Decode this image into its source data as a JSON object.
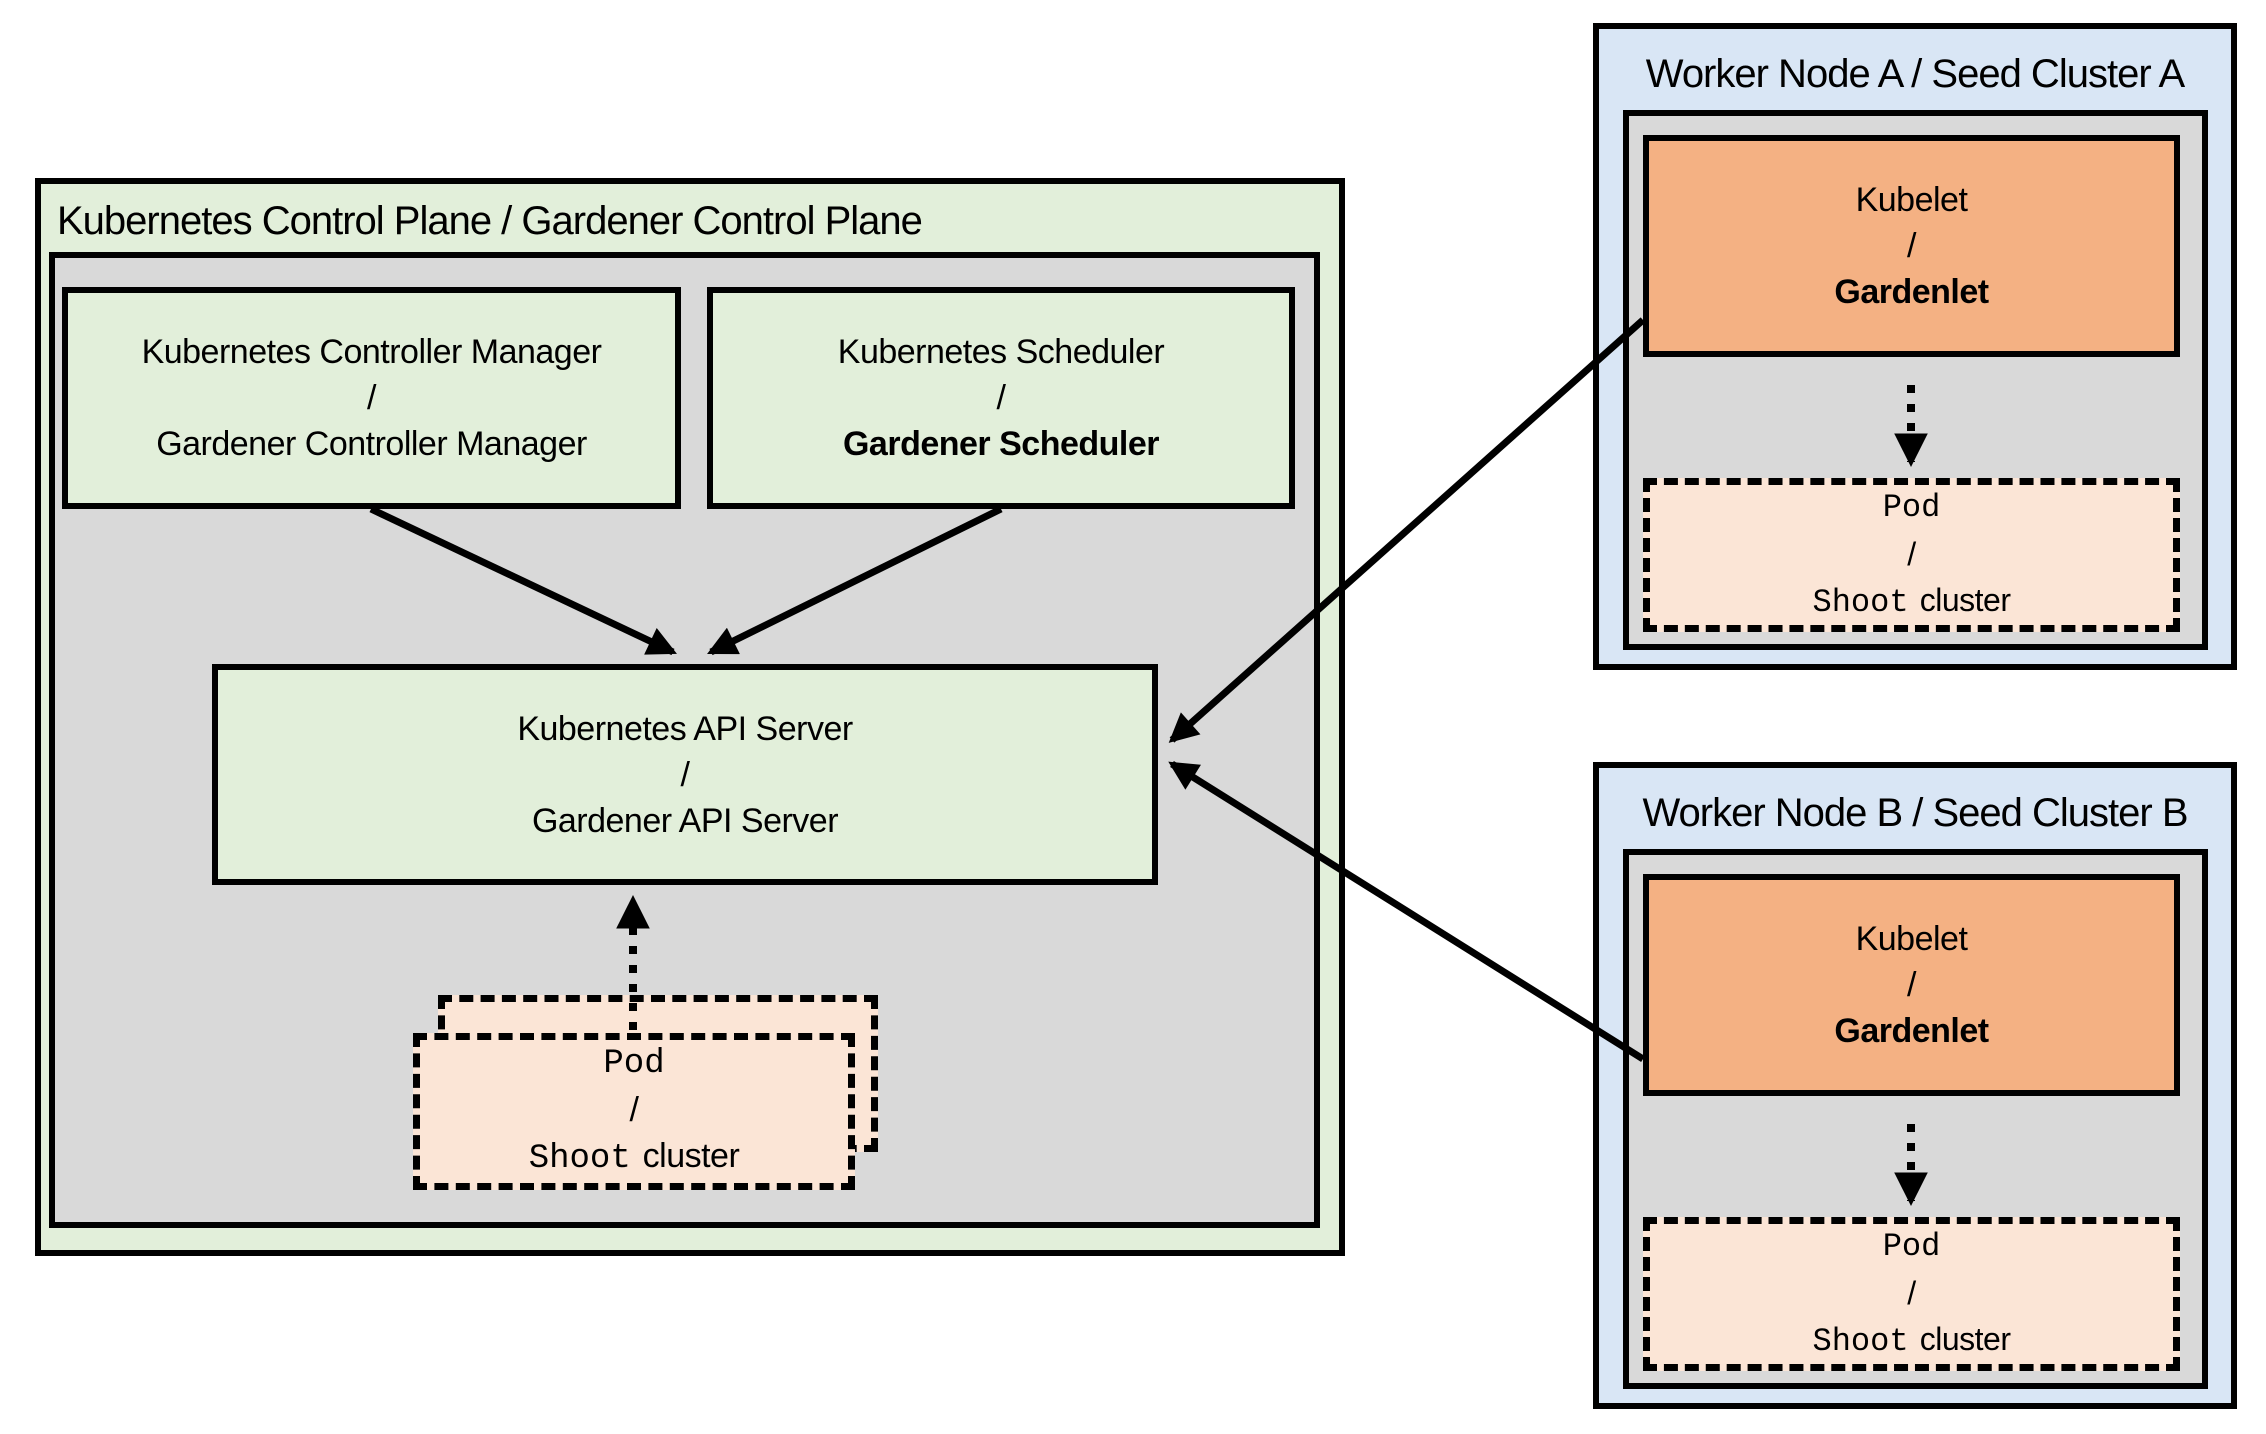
{
  "colors": {
    "control_plane_fill": "#e2efda",
    "node_area_fill": "#d9d9d9",
    "worker_fill": "#d9e6f5",
    "kubelet_fill": "#f4b183",
    "pod_fill": "#fbe5d6",
    "line_color": "#000000"
  },
  "control_plane": {
    "title": "Kubernetes Control Plane / Gardener Control Plane",
    "controller_manager": {
      "line1": "Kubernetes Controller Manager",
      "sep": "/",
      "line2": "Gardener Controller Manager"
    },
    "scheduler": {
      "line1": "Kubernetes Scheduler",
      "sep": "/",
      "line2": "Gardener Scheduler"
    },
    "api_server": {
      "line1": "Kubernetes API Server",
      "sep": "/",
      "line2": "Gardener API Server"
    },
    "pod": {
      "line1": "Pod",
      "sep": "/",
      "line2_mono": "Shoot",
      "line2_sans": "cluster"
    }
  },
  "workers": [
    {
      "title": "Worker Node A / Seed Cluster A",
      "kubelet": {
        "line1": "Kubelet",
        "sep": "/",
        "line2": "Gardenlet"
      },
      "pod": {
        "line1": "Pod",
        "sep": "/",
        "line2_mono": "Shoot",
        "line2_sans": "cluster"
      }
    },
    {
      "title": "Worker Node B / Seed Cluster B",
      "kubelet": {
        "line1": "Kubelet",
        "sep": "/",
        "line2": "Gardenlet"
      },
      "pod": {
        "line1": "Pod",
        "sep": "/",
        "line2_mono": "Shoot",
        "line2_sans": "cluster"
      }
    }
  ]
}
